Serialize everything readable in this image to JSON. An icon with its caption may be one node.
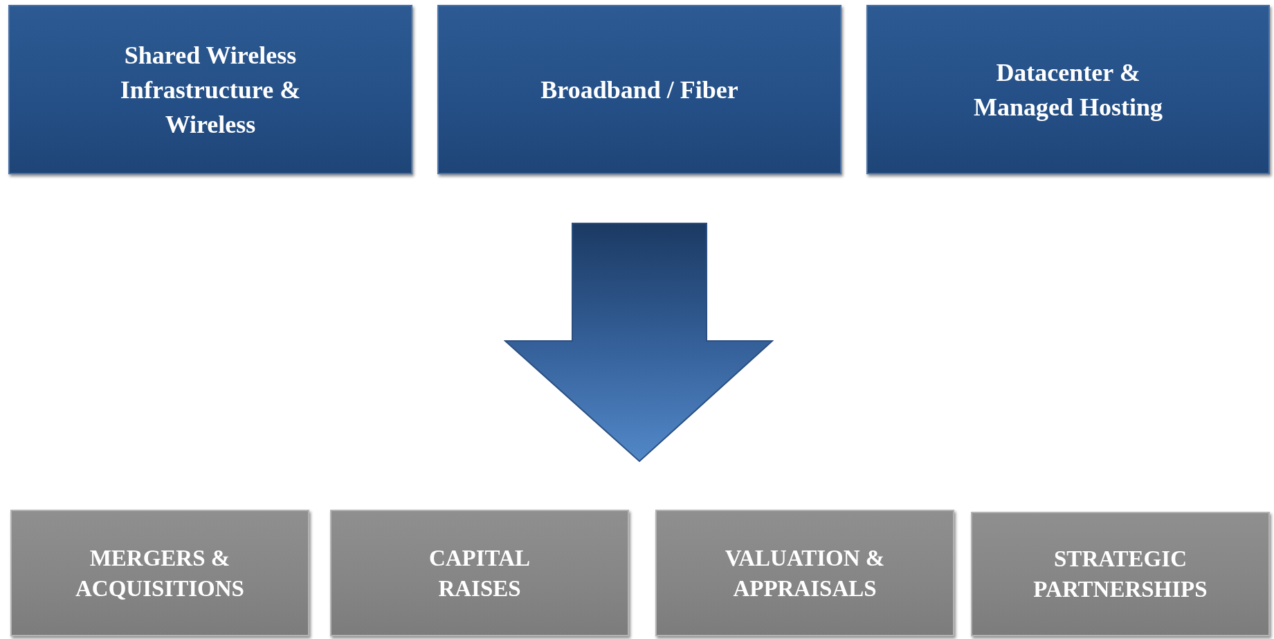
{
  "diagram": {
    "nodes": [
      {
        "text": [
          "Shared Wireless Infrastructure & Wireless"
        ]
      },
      {
        "text": [
          "Broadband / Fiber"
        ]
      },
      {
        "text": [
          "Datacenter & Managed Hosting"
        ]
      },
      {
        "text": [
          "MERGERS & ACQUISITIONS"
        ]
      },
      {
        "text": [
          "CAPITAL RAISES"
        ]
      },
      {
        "text": [
          "VALUATION & APPRAISALS"
        ]
      },
      {
        "text": [
          "STRATEGIC PARTNERSHIPS"
        ]
      }
    ]
  }
}
